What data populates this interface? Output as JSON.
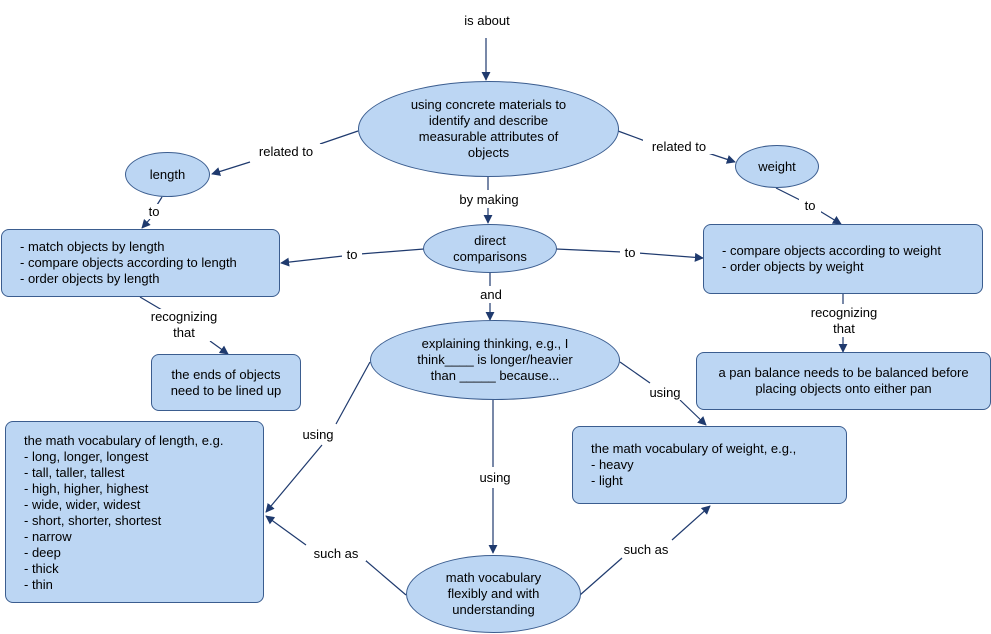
{
  "top_label": "is about",
  "main_node": "using concrete materials to identify and describe measurable attributes of objects",
  "length_node": "length",
  "weight_node": "weight",
  "direct_node": "direct comparisons",
  "explain_node": "explaining thinking, e.g., I think____ is longer/heavier than _____ because...",
  "mathvocab_node": "math vocabulary flexibly and with understanding",
  "length_tasks": [
    "- match objects by length",
    "- compare objects according to length",
    "- order objects by length"
  ],
  "weight_tasks": [
    "- compare objects according to weight",
    "- order objects by weight"
  ],
  "ends_node": "the ends of objects need to be lined up",
  "pan_node": "a pan balance needs to be balanced before placing objects onto either pan",
  "length_vocab": [
    "the math vocabulary of length, e.g.",
    "- long, longer, longest",
    "- tall, taller, tallest",
    "- high, higher, highest",
    "- wide, wider, widest",
    "- short, shorter, shortest",
    "- narrow",
    "- deep",
    "- thick",
    "- thin"
  ],
  "weight_vocab": [
    "the math vocabulary of weight, e.g.,",
    "- heavy",
    "- light"
  ],
  "links": {
    "related_to_left": "related to",
    "related_to_right": "related to",
    "to_length": "to",
    "to_weight": "to",
    "by_making": "by making",
    "to_left": "to",
    "to_right": "to",
    "and": "and",
    "recognizing_left": "recognizing that",
    "recognizing_right": "recognizing that",
    "using_left": "using",
    "using_middle": "using",
    "using_right": "using",
    "such_as_left": "such as",
    "such_as_right": "such as"
  },
  "colors": {
    "node_fill": "#bcd6f3",
    "node_border": "#3b5d8f",
    "connector": "#1f3a6e"
  }
}
